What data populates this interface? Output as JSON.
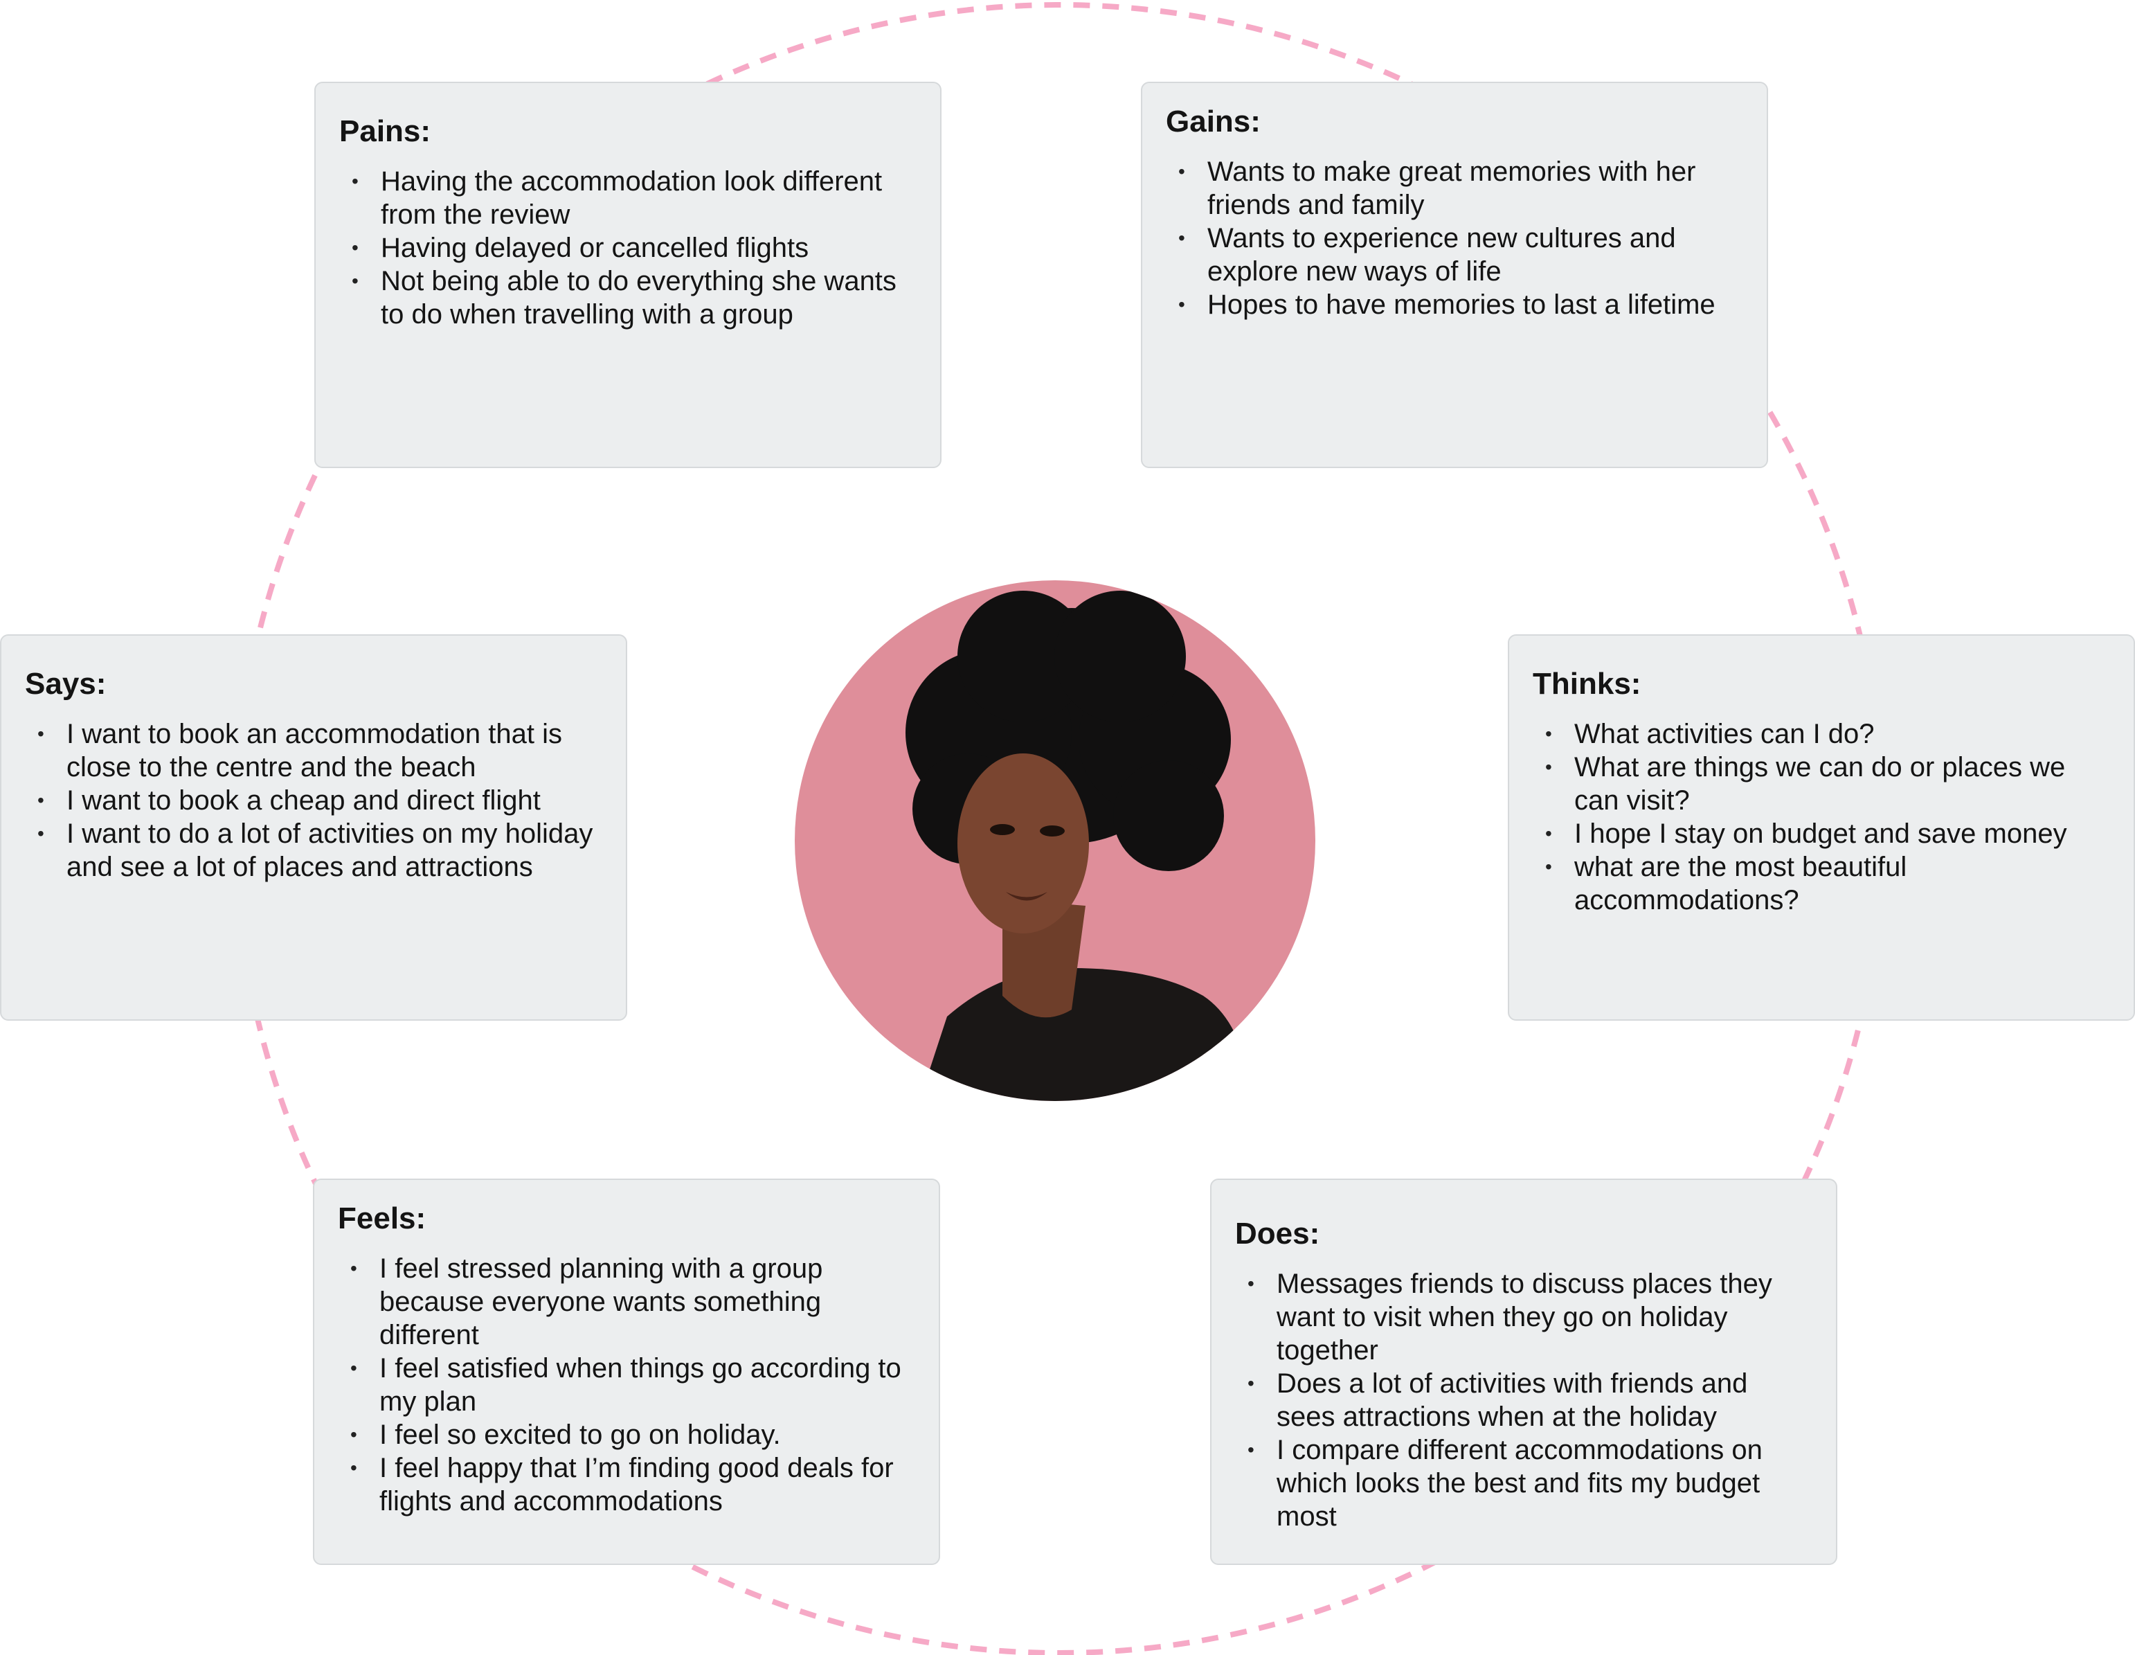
{
  "colors": {
    "ring": "#f6a9c6",
    "portrait_bg": "#df8e9a",
    "card_bg": "#eceeef"
  },
  "portrait": {
    "icon": "persona-photo"
  },
  "cards": {
    "pains": {
      "title": "Pains:",
      "items": [
        "Having the accommodation look different from the review",
        "Having delayed or cancelled flights",
        "Not being able to do everything she wants to do when travelling with a group"
      ]
    },
    "gains": {
      "title": "Gains:",
      "items": [
        "Wants to make great memories with her friends and family",
        "Wants to experience new cultures and explore new ways of life",
        "Hopes to have memories to last a lifetime"
      ]
    },
    "says": {
      "title": "Says:",
      "items": [
        "I want to book an accommodation that is close to the centre and the beach",
        "I want to book a cheap and direct flight",
        "I want to do a lot of activities on my holiday and see a lot of places and attractions"
      ]
    },
    "thinks": {
      "title": "Thinks:",
      "items": [
        "What activities can I do?",
        "What are things we can do or places we can visit?",
        "I hope I stay on budget and save money",
        "what are the most beautiful accommodations?"
      ]
    },
    "feels": {
      "title": "Feels:",
      "items": [
        "I feel stressed planning with a group because everyone wants something different",
        "I feel satisfied when things go according to my plan",
        "I feel so excited to go on holiday.",
        "I feel happy that I’m finding good deals for flights and accommodations"
      ]
    },
    "does": {
      "title": "Does:",
      "items": [
        "Messages friends to discuss places they want to visit when they go on holiday together",
        "Does a lot of activities with friends and sees attractions when at the holiday",
        "I compare different accommodations on which looks the best and fits my budget most"
      ]
    }
  }
}
